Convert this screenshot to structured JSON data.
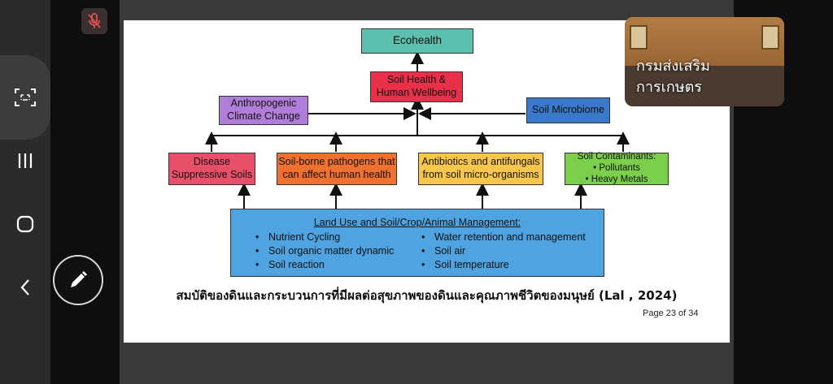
{
  "diagram": {
    "ecohealth": "Ecohealth",
    "soil_health_line1": "Soil Health &",
    "soil_health_line2": "Human Wellbeing",
    "anthropogenic_line1": "Anthropogenic",
    "anthropogenic_line2": "Climate Change",
    "soil_microbiome": "Soil Microbiome",
    "disease_line1": "Disease",
    "disease_line2": "Suppressive Soils",
    "pathogens_line1": "Soil-borne pathogens that",
    "pathogens_line2": "can affect human health",
    "antibiotics_line1": "Antibiotics and antifungals",
    "antibiotics_line2": "from soil micro-organisms",
    "contaminants_title": "Soil Contaminants:",
    "contaminants_items": [
      "Pollutants",
      "Heavy Metals"
    ],
    "landuse_title": "Land Use and Soil/Crop/Animal Management:",
    "landuse_left": [
      "Nutrient Cycling",
      "Soil organic matter dynamic",
      "Soil reaction"
    ],
    "landuse_right": [
      "Water retention and management",
      "Soil air",
      "Soil temperature"
    ]
  },
  "slide": {
    "caption": "สมบัติของดินและกระบวนการที่มีผลต่อสุขภาพของดินและคุณภาพชีวิตของมนุษย์ (Lal , 2024)",
    "page": "Page 23 of 34"
  },
  "camera": {
    "label_line1": "กรมส่งเสริม",
    "label_line2": "การเกษตร"
  },
  "colors": {
    "ecohealth": "#5dbfad",
    "soil_health": "#e8304a",
    "anthropogenic": "#b07ed8",
    "soil_microbiome": "#3a78c9",
    "disease": "#e8506a",
    "pathogens": "#f07030",
    "antibiotics": "#f7c64a",
    "contaminants": "#7ccf4a",
    "landuse": "#4fa3e0"
  },
  "icons": {
    "mic": "mic-muted-icon",
    "screenshot": "screenshot-icon",
    "recents": "recents-icon",
    "home": "home-icon",
    "back": "back-icon",
    "edit": "pencil-icon"
  }
}
